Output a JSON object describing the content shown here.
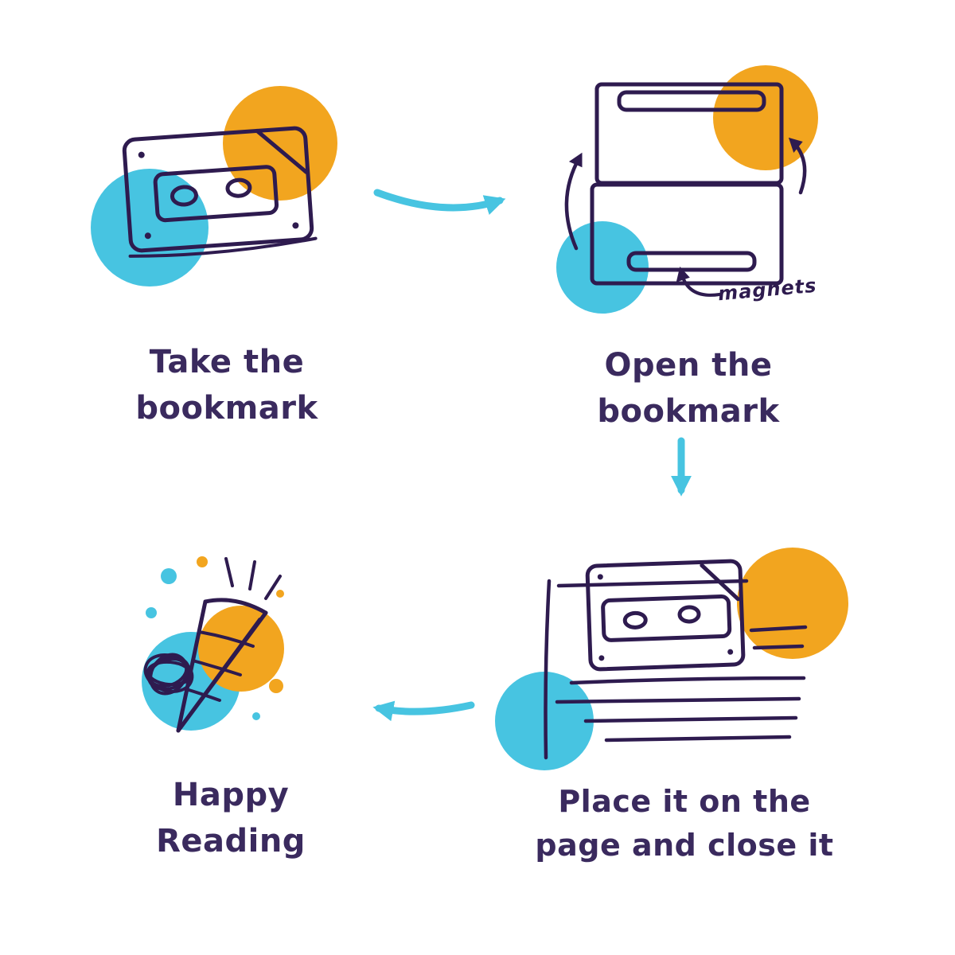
{
  "colors": {
    "ink": "#2e1b4f",
    "text": "#3a2a5e",
    "teal": "#47c4e1",
    "orange": "#f2a51f"
  },
  "steps": [
    {
      "label": "Take the\nbookmark",
      "illustration": "closed-magnetic-bookmark"
    },
    {
      "label": "Open the\nbookmark",
      "annotation": "magnets",
      "illustration": "opened-magnetic-bookmark"
    },
    {
      "label": "Place it on the\npage and close it",
      "illustration": "bookmark-clipped-on-page"
    },
    {
      "label": "Happy\nReading",
      "illustration": "celebration-doodle"
    }
  ],
  "arrows": [
    {
      "from": "Take the bookmark",
      "to": "Open the bookmark",
      "direction": "right"
    },
    {
      "from": "Open the bookmark",
      "to": "Place it on the page and close it",
      "direction": "down"
    },
    {
      "from": "Place it on the page and close it",
      "to": "Happy Reading",
      "direction": "left"
    }
  ]
}
